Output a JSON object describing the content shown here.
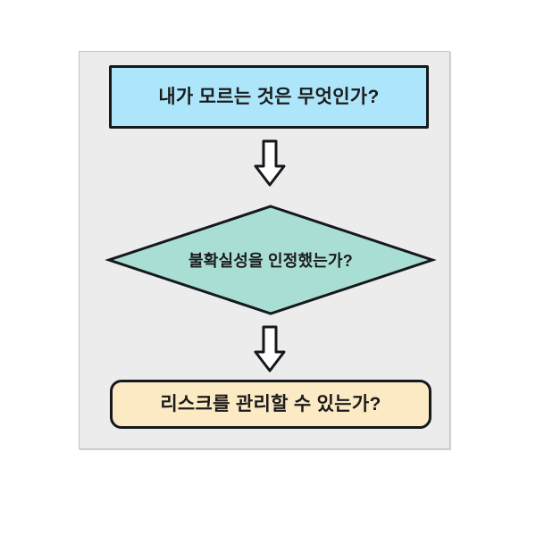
{
  "diagram": {
    "type": "flowchart",
    "orientation": "top-to-bottom",
    "background_color": "#ffffff",
    "panel_color": "#ececec",
    "panel_border_color": "#c3c3c3",
    "nodes": [
      {
        "id": "question",
        "shape": "rectangle",
        "label": "내가 모르는 것은 무엇인가?",
        "fill_color": "#ade5fa",
        "border_color": "#15181c"
      },
      {
        "id": "decision",
        "shape": "diamond",
        "label": "불확실성을 인정했는가?",
        "fill_color": "#a8ded4",
        "border_color": "#15181c"
      },
      {
        "id": "action",
        "shape": "rounded-rectangle",
        "label": "리스크를 관리할 수 있는가?",
        "fill_color": "#fbeac4",
        "border_color": "#15181c"
      }
    ],
    "connectors": [
      {
        "id": "arrow-1",
        "style": "block-arrow-down",
        "from": "question",
        "to": "decision",
        "fill_color": "#ffffff",
        "border_color": "#15181c"
      },
      {
        "id": "arrow-2",
        "style": "block-arrow-down",
        "from": "decision",
        "to": "action",
        "fill_color": "#ffffff",
        "border_color": "#15181c"
      }
    ]
  }
}
